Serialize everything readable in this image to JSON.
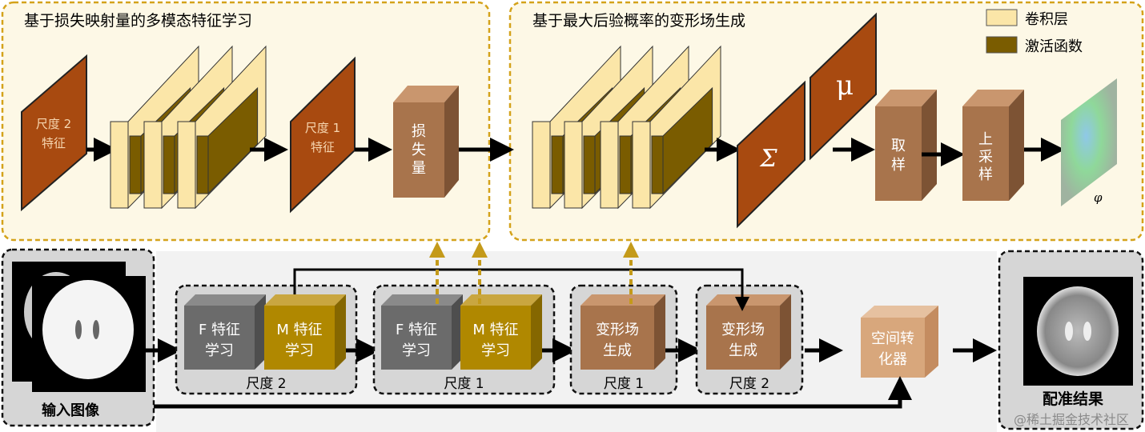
{
  "top_left": {
    "title": "基于损失映射量的多模态特征学习",
    "scale2_feature": [
      "尺度 2",
      "特征"
    ],
    "scale1_feature": [
      "尺度 1",
      "特征"
    ],
    "loss_block": [
      "损",
      "失",
      "量"
    ]
  },
  "top_right": {
    "title": "基于最大后验概率的变形场生成",
    "sigma": "Σ",
    "mu": "μ",
    "sampling": [
      "取",
      "样"
    ],
    "upsampling": [
      "上",
      "采",
      "样"
    ],
    "phi": "φ"
  },
  "legend": {
    "conv": "卷积层",
    "activation": "激活函数"
  },
  "bottom": {
    "input_label": "输入图像",
    "scale2_group": {
      "f_block": [
        "F 特征",
        "学习"
      ],
      "m_block": [
        "M 特征",
        "学习"
      ],
      "label": "尺度 2"
    },
    "scale1_group": {
      "f_block": [
        "F 特征",
        "学习"
      ],
      "m_block": [
        "M 特征",
        "学习"
      ],
      "label": "尺度 1"
    },
    "deform1": {
      "block": [
        "变形场",
        "生成"
      ],
      "label": "尺度 1"
    },
    "deform2": {
      "block": [
        "变形场",
        "生成"
      ],
      "label": "尺度 2"
    },
    "stn": [
      "空间转",
      "化器"
    ],
    "output_label": "配准结果"
  },
  "watermark": "@稀土掘金技术社区",
  "colors": {
    "conv": "#fbe6a8",
    "activation": "#7a5c00",
    "feature": "#a84a10",
    "block": "#a8744c",
    "f_block": "#6b6b6b",
    "m_block": "#b08800",
    "panel_border": "#d4a21a"
  }
}
